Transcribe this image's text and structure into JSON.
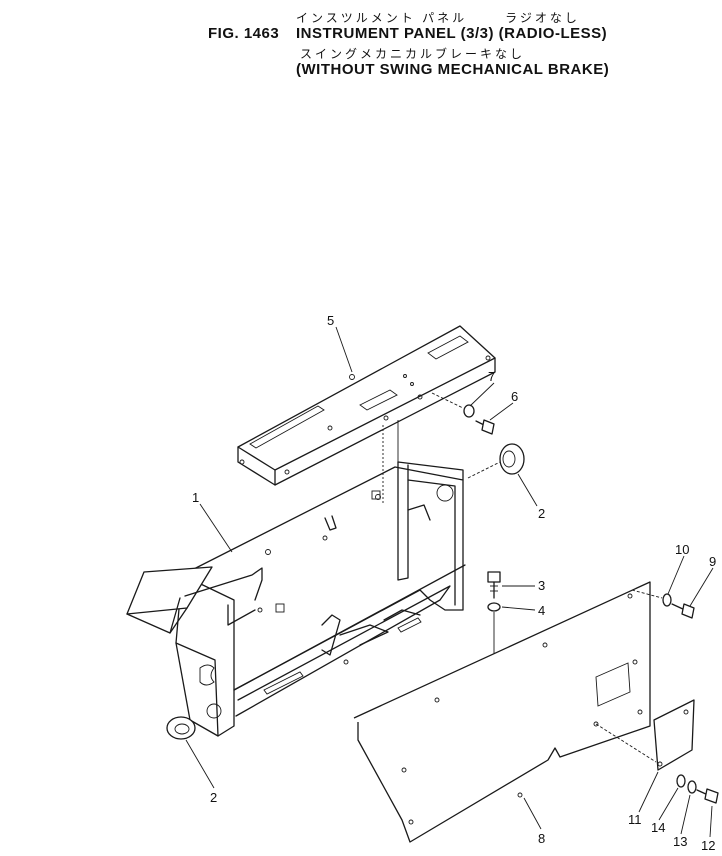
{
  "header": {
    "fig_label": "FIG. 1463",
    "title_line1_jp": "インスツルメント パネル      ラジオなし",
    "title_line1_en": "INSTRUMENT PANEL (3/3) (RADIO-LESS)",
    "title_line2_jp": "スイングメカニカルブレーキなし",
    "title_line2_en": "(WITHOUT SWING MECHANICAL BRAKE)"
  },
  "callouts": [
    "1",
    "2",
    "2",
    "3",
    "4",
    "5",
    "6",
    "7",
    "8",
    "9",
    "10",
    "11",
    "12",
    "13",
    "14"
  ]
}
